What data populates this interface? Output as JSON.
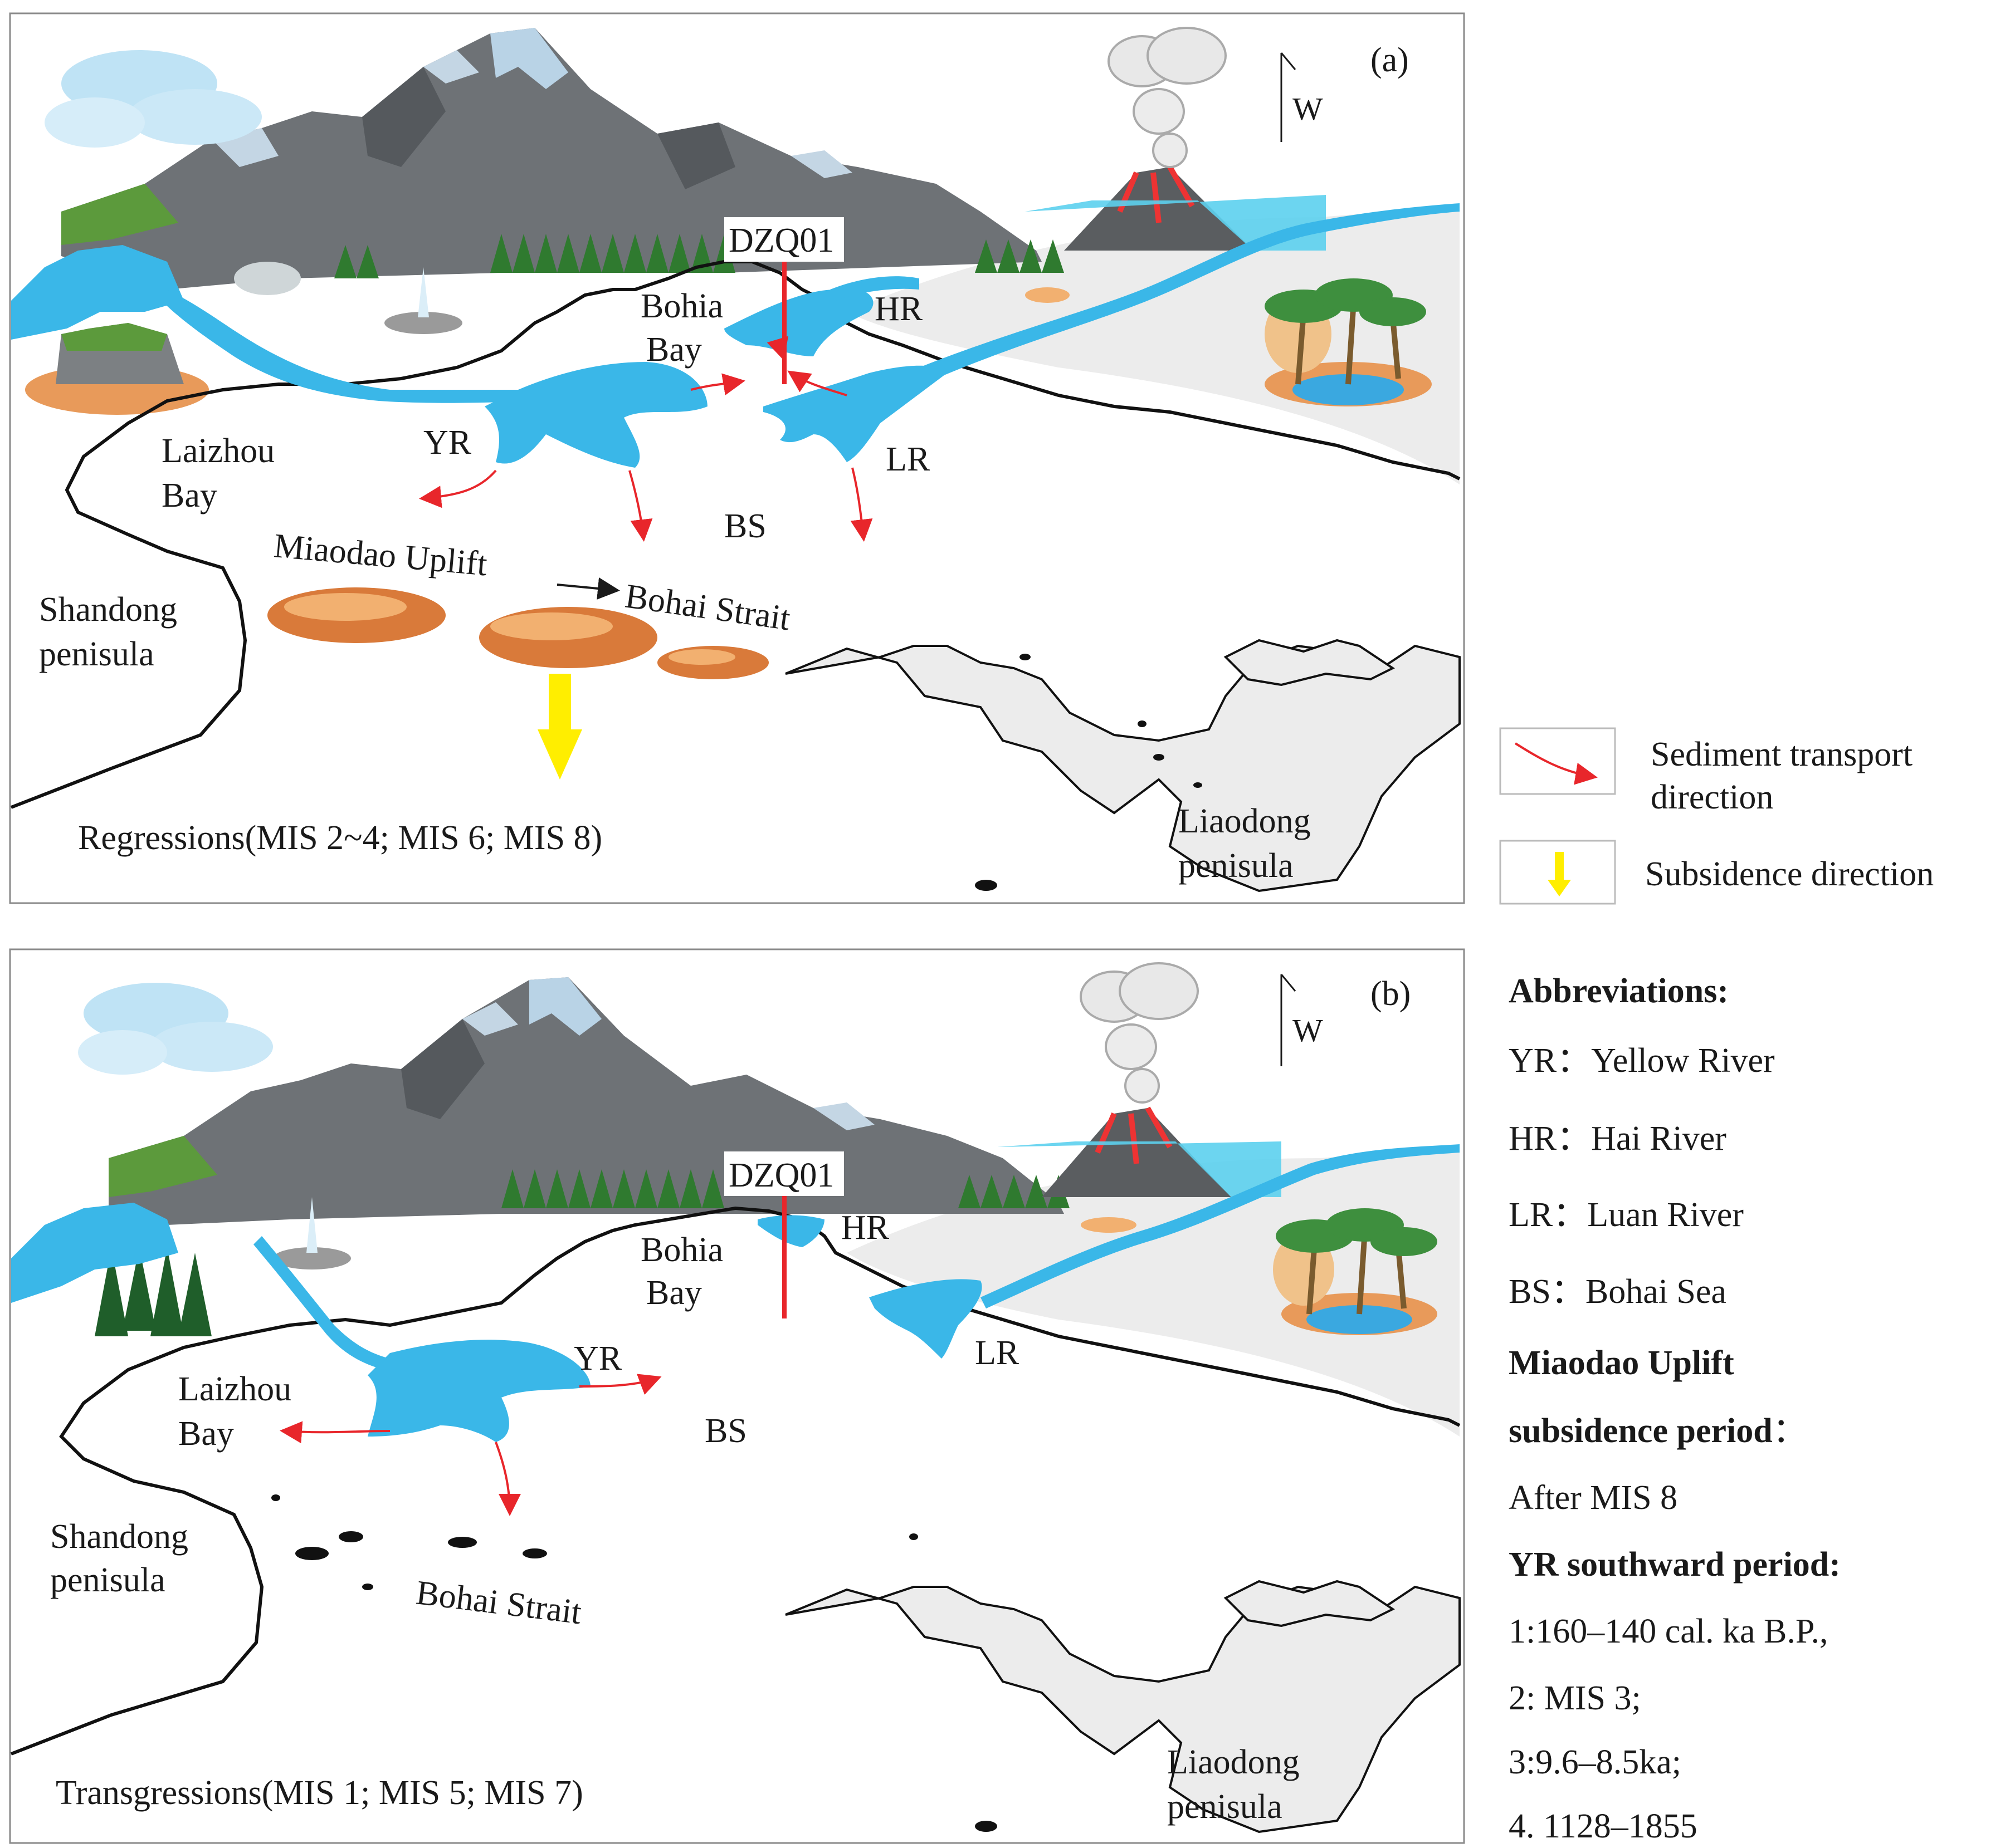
{
  "panel_a": {
    "tag": "(a)",
    "compass": "W",
    "core": "DZQ01",
    "bohai_bay": [
      "Bohia",
      "Bay"
    ],
    "hr": "HR",
    "yr": "YR",
    "lr": "LR",
    "bs": "BS",
    "laizhou_bay": [
      "Laizhou",
      "Bay"
    ],
    "miaodao": "Miaodao Uplift",
    "bohai_strait": "Bohai Strait",
    "shandong": [
      "Shandong",
      "penisula"
    ],
    "liaodong": [
      "Liaodong",
      "penisula"
    ],
    "caption": "Regressions(MIS 2~4; MIS 6; MIS 8)"
  },
  "panel_b": {
    "tag": "(b)",
    "compass": "W",
    "core": "DZQ01",
    "bohai_bay": [
      "Bohia",
      "Bay"
    ],
    "hr": "HR",
    "yr": "YR",
    "lr": "LR",
    "bs": "BS",
    "laizhou_bay": [
      "Laizhou",
      "Bay"
    ],
    "bohai_strait": "Bohai Strait",
    "shandong": [
      "Shandong",
      "penisula"
    ],
    "liaodong": [
      "Liaodong",
      "penisula"
    ],
    "caption": "Transgressions(MIS 1; MIS 5; MIS 7)"
  },
  "legend": {
    "sediment": [
      "Sediment transport",
      "direction"
    ],
    "subsidence": "Subsidence direction"
  },
  "notes": {
    "abbr_title": "Abbreviations:",
    "yr": "YR：Yellow River",
    "hr": "HR：Hai River",
    "lr": "LR：Luan River",
    "bs": "BS：Bohai Sea",
    "miaodao_title": "Miaodao Uplift",
    "subsidence_title": "subsidence  period",
    "subsidence_colon": "：",
    "after": "After  MIS  8",
    "yr_title": "YR southward period:",
    "p1": "1:160–140 cal. ka B.P.,",
    "p2": "2: MIS 3;",
    "p3": "3:9.6–8.5ka;",
    "p4": "4. 1128–1855"
  },
  "colors": {
    "river": "#3ab7e8",
    "arrow_red": "#e8262b",
    "uplift": "#d97a3a",
    "subsidence_yellow": "#ffee00",
    "land_grey": "#ececec",
    "mountain": "#6e7276"
  }
}
